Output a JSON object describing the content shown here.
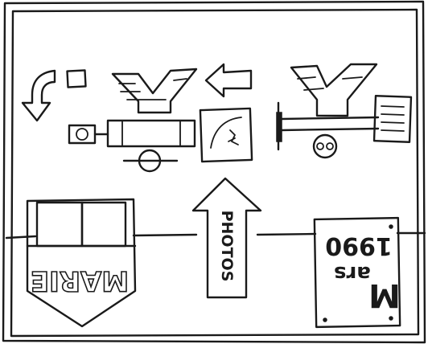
{
  "frame_color": "#1a1a1a",
  "background_color": "#ffffff",
  "labels": {
    "photos": "PHOTOS",
    "marie": "MARIE",
    "mars_month": "ars",
    "mars_initial": "M",
    "mars_year": "1990"
  },
  "icons": [
    "curved-arrow-icon",
    "small-square-icon",
    "left-arrow-icon",
    "y-shaped-scale-icon",
    "photo-frame-icon",
    "lens-icon",
    "document-icon"
  ]
}
